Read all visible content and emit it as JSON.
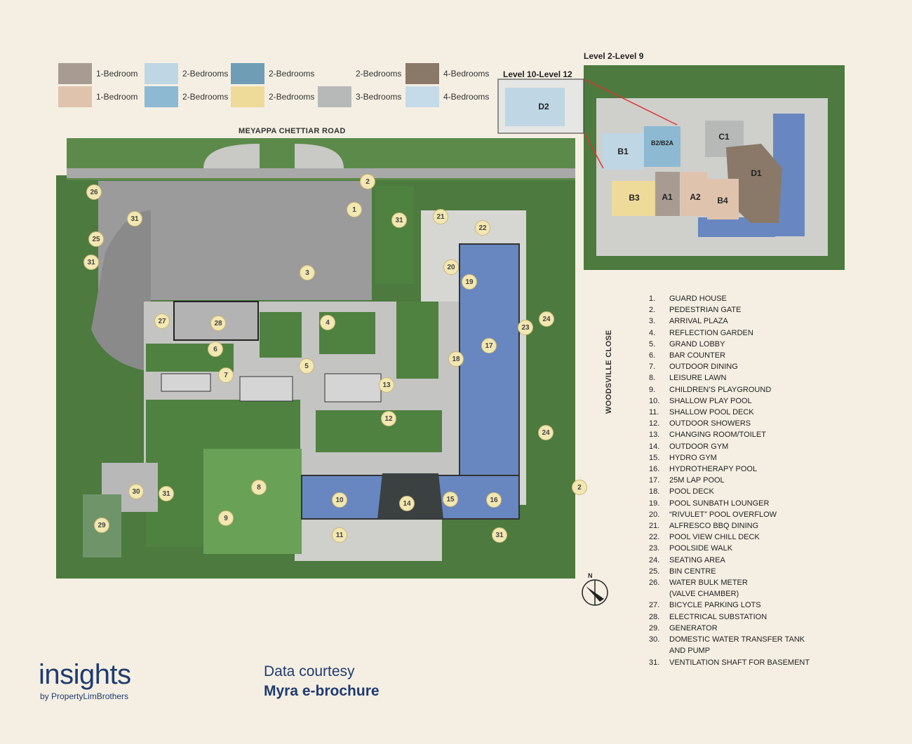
{
  "legend": [
    {
      "label": "1-Bedroom",
      "color": "#a89c92"
    },
    {
      "label": "2-Bedrooms",
      "color": "#bfd6e4"
    },
    {
      "label": "2-Bedrooms",
      "color": "#6f9db6"
    },
    {
      "label": "2-Bedrooms",
      "color": "#f5efe3"
    },
    {
      "label": "4-Bedrooms",
      "color": "#8a7868"
    },
    {
      "label": "1-Bedroom",
      "color": "#dfc3ad"
    },
    {
      "label": "2-Bedrooms",
      "color": "#8db9d3"
    },
    {
      "label": "2-Bedrooms",
      "color": "#eedb9a"
    },
    {
      "label": "3-Bedrooms",
      "color": "#b7b9b9"
    },
    {
      "label": "4-Bedrooms",
      "color": "#c6dbe9"
    }
  ],
  "roads": {
    "north": "MEYAPPA CHETTIAR ROAD",
    "east": "WOODSVILLE CLOSE"
  },
  "levels": {
    "typical": "Level 2-Level 9",
    "penthouse": "Level 10-Level 12"
  },
  "units": [
    "D2",
    "B1",
    "B2/B2A",
    "C1",
    "D1",
    "B3",
    "A1",
    "A2",
    "B4"
  ],
  "map_pins": [
    "1",
    "2",
    "3",
    "4",
    "5",
    "6",
    "7",
    "8",
    "9",
    "10",
    "11",
    "12",
    "13",
    "14",
    "15",
    "16",
    "17",
    "18",
    "19",
    "20",
    "21",
    "22",
    "23",
    "24",
    "24",
    "25",
    "26",
    "27",
    "28",
    "29",
    "30",
    "31",
    "31",
    "31",
    "31",
    "31",
    "2"
  ],
  "compass": "N",
  "facilities": [
    {
      "num": "1.",
      "name": "GUARD HOUSE"
    },
    {
      "num": "2.",
      "name": "PEDESTRIAN GATE"
    },
    {
      "num": "3.",
      "name": "ARRIVAL PLAZA"
    },
    {
      "num": "4.",
      "name": "REFLECTION GARDEN"
    },
    {
      "num": "5.",
      "name": "GRAND LOBBY"
    },
    {
      "num": "6.",
      "name": "BAR COUNTER"
    },
    {
      "num": "7.",
      "name": "OUTDOOR DINING"
    },
    {
      "num": "8.",
      "name": "LEISURE LAWN"
    },
    {
      "num": "9.",
      "name": "CHILDREN’S PLAYGROUND"
    },
    {
      "num": "10.",
      "name": "SHALLOW PLAY POOL"
    },
    {
      "num": "11.",
      "name": "SHALLOW POOL DECK"
    },
    {
      "num": "12.",
      "name": "OUTDOOR SHOWERS"
    },
    {
      "num": "13.",
      "name": "CHANGING ROOM/TOILET"
    },
    {
      "num": "14.",
      "name": "OUTDOOR GYM"
    },
    {
      "num": "15.",
      "name": "HYDRO GYM"
    },
    {
      "num": "16.",
      "name": "HYDROTHERAPY POOL"
    },
    {
      "num": "17.",
      "name": "25M LAP POOL"
    },
    {
      "num": "18.",
      "name": "POOL DECK"
    },
    {
      "num": "19.",
      "name": "POOL SUNBATH LOUNGER"
    },
    {
      "num": "20.",
      "name": "“RIVULET” POOL OVERFLOW"
    },
    {
      "num": "21.",
      "name": "ALFRESCO BBQ DINING"
    },
    {
      "num": "22.",
      "name": "POOL VIEW CHILL DECK"
    },
    {
      "num": "23.",
      "name": "POOLSIDE WALK"
    },
    {
      "num": "24.",
      "name": "SEATING AREA"
    },
    {
      "num": "25.",
      "name": "BIN CENTRE"
    },
    {
      "num": "26.",
      "name": "WATER BULK METER"
    },
    {
      "num": "",
      "name": "(VALVE CHAMBER)"
    },
    {
      "num": "27.",
      "name": "BICYCLE PARKING LOTS"
    },
    {
      "num": "28.",
      "name": "ELECTRICAL SUBSTATION"
    },
    {
      "num": "29.",
      "name": "GENERATOR"
    },
    {
      "num": "30.",
      "name": "DOMESTIC WATER TRANSFER TANK"
    },
    {
      "num": "",
      "name": "AND PUMP"
    },
    {
      "num": "31.",
      "name": "VENTILATION SHAFT FOR BASEMENT"
    }
  ],
  "branding": {
    "logo": "insights",
    "logo_sub": "by PropertyLimBrothers",
    "courtesy_line1": "Data courtesy",
    "courtesy_line2": "Myra e-brochure"
  }
}
